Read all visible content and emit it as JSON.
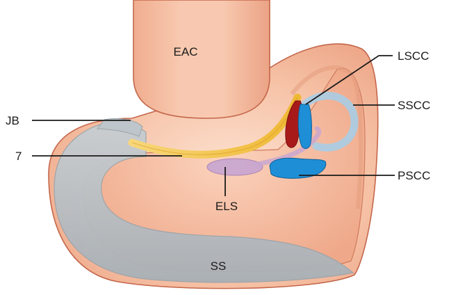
{
  "labels": {
    "eac": "EAC",
    "lscc": "LSCC",
    "sscc": "SSCC",
    "jb": "JB",
    "facial_nerve": "7",
    "pscc": "PSCC",
    "els": "ELS",
    "ss": "SS"
  },
  "colors": {
    "skin_light": "#fbd9c6",
    "skin_mid": "#f3b597",
    "skin_dark": "#e08a68",
    "outline": "#c4664a",
    "facial_nerve": "#f4c64a",
    "lscc": "#1e8fd6",
    "sscc": "#a9cde6",
    "pscc": "#1e8fd6",
    "artery_red": "#a81a1a",
    "els": "#c8a5d2",
    "sinus_gray": "#b8bfc4"
  }
}
